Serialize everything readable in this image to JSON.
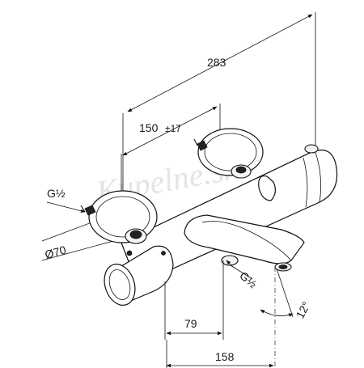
{
  "watermark": "Kupelne.sk",
  "dimensions": {
    "overall_width": "283",
    "center_distance": "150",
    "center_tolerance": "±17",
    "thread_inlet": "G½",
    "diameter": "Ø70",
    "thread_outlet": "G½",
    "depth_inlet": "79",
    "depth_spout": "158",
    "angle": "12°"
  }
}
